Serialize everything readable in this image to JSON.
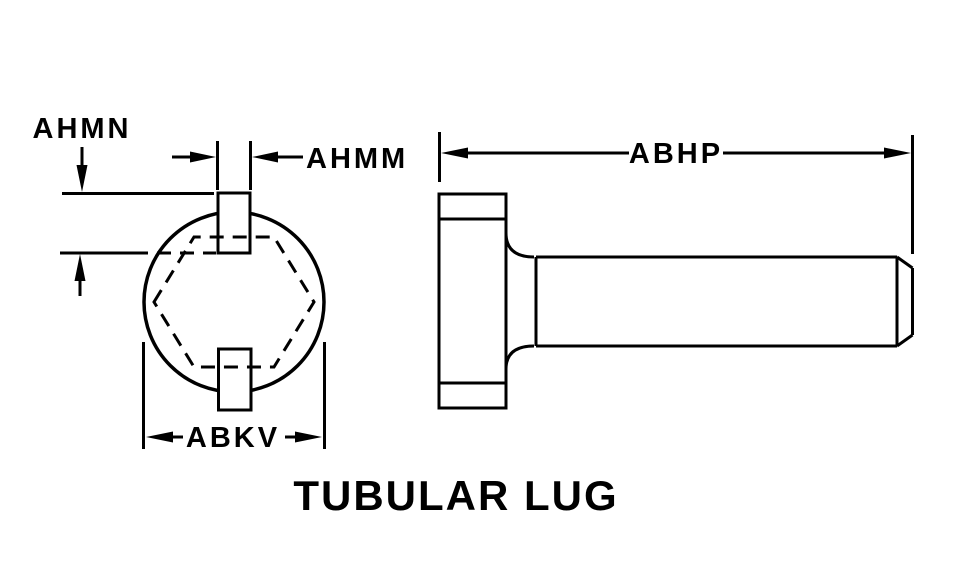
{
  "drawing": {
    "title": "TUBULAR LUG",
    "dimensions": {
      "ahmn": "AHMN",
      "ahmm": "AHMM",
      "abhp": "ABHP",
      "abkv": "ABKV"
    },
    "colors": {
      "line": "#000000",
      "background": "#ffffff"
    }
  }
}
